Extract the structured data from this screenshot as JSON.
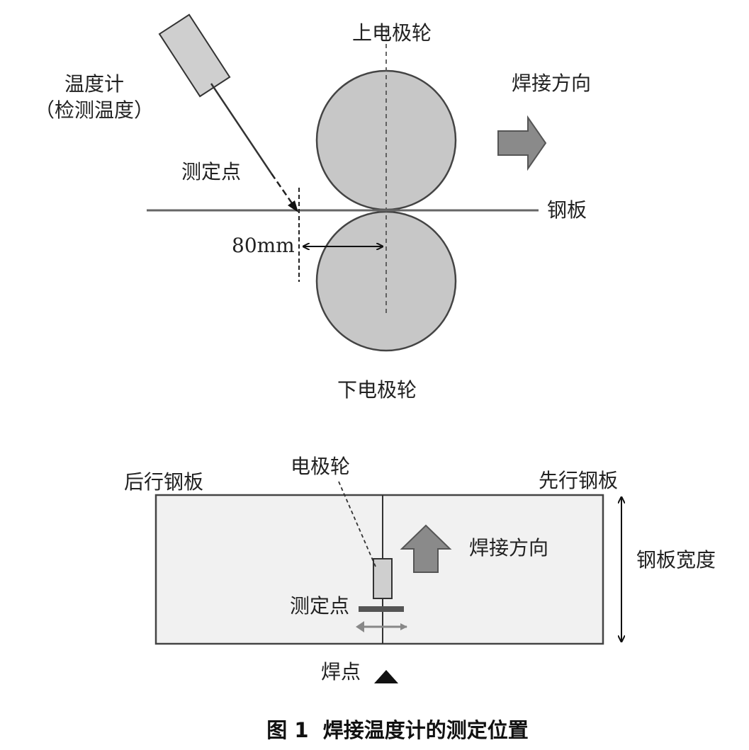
{
  "colors": {
    "line": "#666666",
    "roll_fill": "#c7c7c7",
    "roll_stroke": "#444444",
    "arrow_fill": "#8a8a8a",
    "plate_fill": "#f1f1f1",
    "electrode_fill": "#cfcfcf"
  },
  "top_diagram": {
    "upper_roll_label": "上电极轮",
    "lower_roll_label": "下电极轮",
    "thermometer_label_line1": "温度计",
    "thermometer_label_line2": "（检测温度）",
    "measure_point_label": "测定点",
    "steel_plate_label": "钢板",
    "welding_direction_label": "焊接方向",
    "distance_label": "80mm"
  },
  "bottom_diagram": {
    "trailing_plate_label": "后行钢板",
    "leading_plate_label": "先行钢板",
    "electrode_label": "电极轮",
    "welding_direction_label": "焊接方向",
    "plate_width_label": "钢板宽度",
    "measure_point_label": "测定点",
    "weld_point_label": "焊点"
  },
  "caption": "图 1  焊接温度计的测定位置"
}
